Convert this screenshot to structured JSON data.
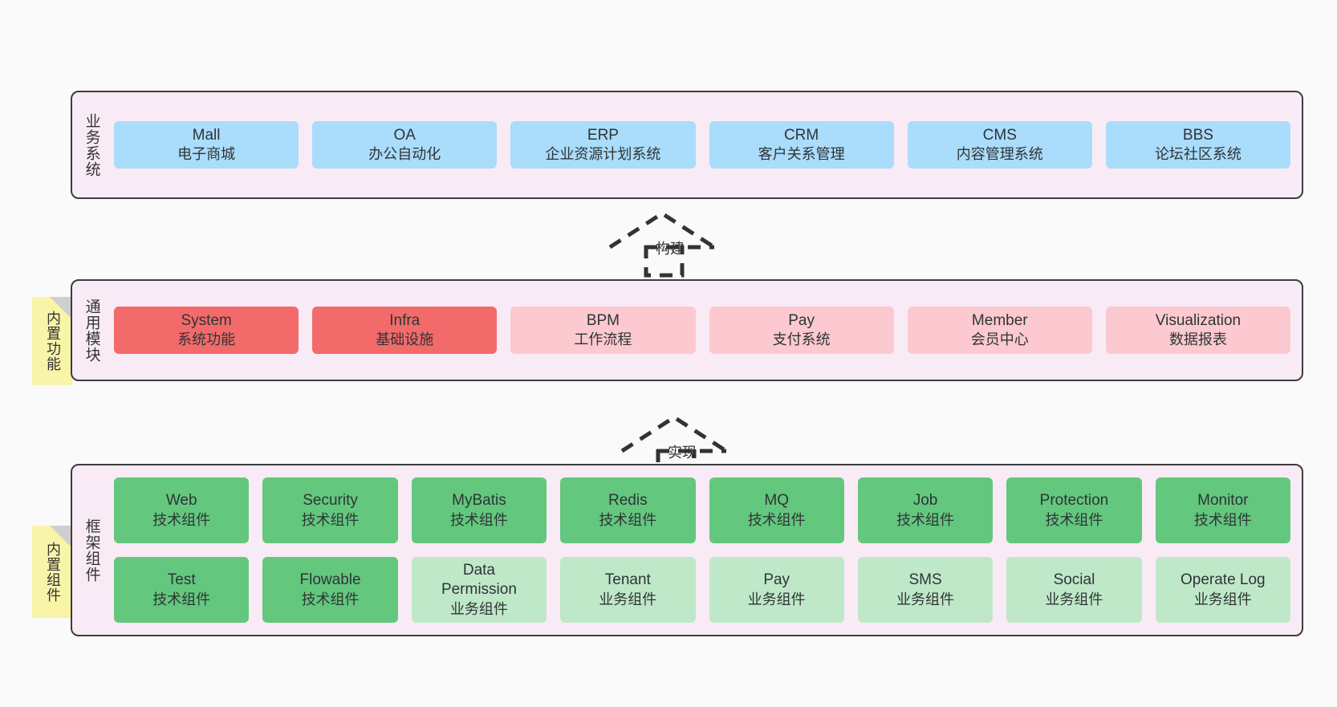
{
  "diagram": {
    "background_color": "#fafafa",
    "panel_color": "#f9ebf5",
    "panel_border_color": "#3c3c3c",
    "sticky_color": "#f8f4a8"
  },
  "sections": [
    {
      "key": "business",
      "label": "业务系统",
      "rows": [
        [
          {
            "title": "Mall",
            "sub": "电子商城",
            "style": "c-blue"
          },
          {
            "title": "OA",
            "sub": "办公自动化",
            "style": "c-blue"
          },
          {
            "title": "ERP",
            "sub": "企业资源计划系统",
            "style": "c-blue"
          },
          {
            "title": "CRM",
            "sub": "客户关系管理",
            "style": "c-blue"
          },
          {
            "title": "CMS",
            "sub": "内容管理系统",
            "style": "c-blue"
          },
          {
            "title": "BBS",
            "sub": "论坛社区系统",
            "style": "c-blue"
          }
        ]
      ]
    },
    {
      "key": "common",
      "label": "通用模块",
      "sticky": "内置功能",
      "rows": [
        [
          {
            "title": "System",
            "sub": "系统功能",
            "style": "c-red"
          },
          {
            "title": "Infra",
            "sub": "基础设施",
            "style": "c-red"
          },
          {
            "title": "BPM",
            "sub": "工作流程",
            "style": "c-pink"
          },
          {
            "title": "Pay",
            "sub": "支付系统",
            "style": "c-pink"
          },
          {
            "title": "Member",
            "sub": "会员中心",
            "style": "c-pink"
          },
          {
            "title": "Visualization",
            "sub": "数据报表",
            "style": "c-pink"
          }
        ]
      ]
    },
    {
      "key": "framework",
      "label": "框架组件",
      "sticky": "内置组件",
      "rows": [
        [
          {
            "title": "Web",
            "sub": "技术组件",
            "style": "c-green"
          },
          {
            "title": "Security",
            "sub": "技术组件",
            "style": "c-green"
          },
          {
            "title": "MyBatis",
            "sub": "技术组件",
            "style": "c-green"
          },
          {
            "title": "Redis",
            "sub": "技术组件",
            "style": "c-green"
          },
          {
            "title": "MQ",
            "sub": "技术组件",
            "style": "c-green"
          },
          {
            "title": "Job",
            "sub": "技术组件",
            "style": "c-green"
          },
          {
            "title": "Protection",
            "sub": "技术组件",
            "style": "c-green"
          },
          {
            "title": "Monitor",
            "sub": "技术组件",
            "style": "c-green"
          }
        ],
        [
          {
            "title": "Test",
            "sub": "技术组件",
            "style": "c-green"
          },
          {
            "title": "Flowable",
            "sub": "技术组件",
            "style": "c-green"
          },
          {
            "title": "Data Permission",
            "sub": "业务组件",
            "style": "c-green-light"
          },
          {
            "title": "Tenant",
            "sub": "业务组件",
            "style": "c-green-light"
          },
          {
            "title": "Pay",
            "sub": "业务组件",
            "style": "c-green-light"
          },
          {
            "title": "SMS",
            "sub": "业务组件",
            "style": "c-green-light"
          },
          {
            "title": "Social",
            "sub": "业务组件",
            "style": "c-green-light"
          },
          {
            "title": "Operate Log",
            "sub": "业务组件",
            "style": "c-green-light"
          }
        ]
      ]
    }
  ],
  "connectors": [
    {
      "key": "build",
      "label": "构建"
    },
    {
      "key": "implement",
      "label": "实现"
    }
  ]
}
